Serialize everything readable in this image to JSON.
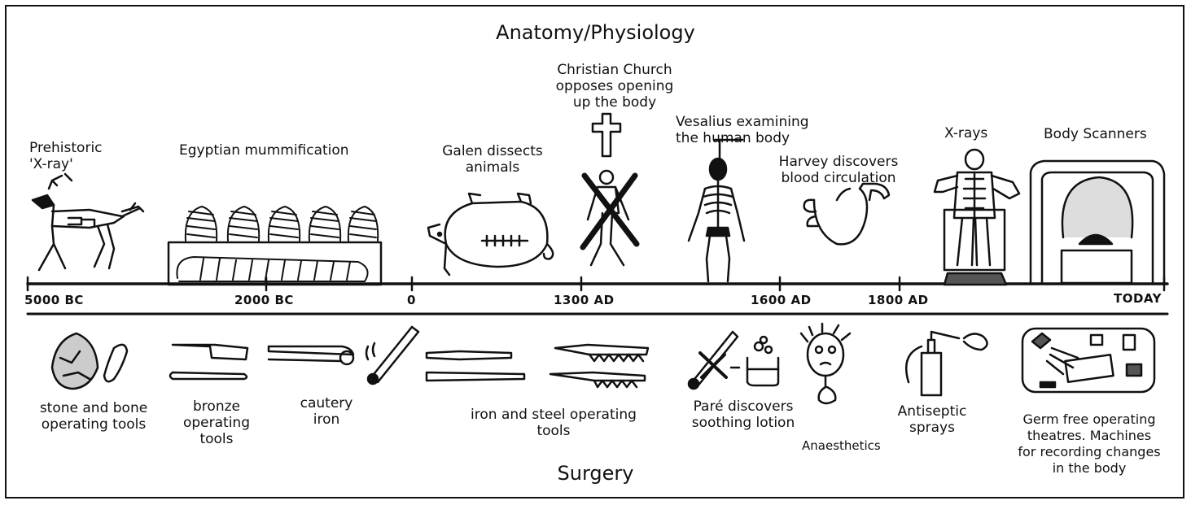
{
  "top_title": "Anatomy/Physiology",
  "bottom_title": "Surgery",
  "timeline": {
    "years": [
      "5000 BC",
      "2000 BC",
      "0",
      "1300 AD",
      "1600 AD",
      "1800 AD",
      "TODAY"
    ]
  },
  "anatomy": {
    "prehistoric": "Prehistoric\n'X-ray'",
    "egyptian": "Egyptian mummification",
    "galen": "Galen dissects\nanimals",
    "church": "Christian Church\nopposes opening\nup the body",
    "vesalius": "Vesalius examining\nthe human body",
    "harvey": "Harvey discovers\nblood circulation",
    "xrays": "X-rays",
    "scanners": "Body Scanners"
  },
  "surgery": {
    "stone": "stone and bone\noperating tools",
    "bronze": "bronze\noperating\ntools",
    "cautery": "cautery\niron",
    "iron_steel": "iron and steel operating\ntools",
    "pare": "Paré discovers\nsoothing lotion",
    "anaesthetics": "Anaesthetics",
    "antiseptic": "Antiseptic\nsprays",
    "germ_free": "Germ free operating\ntheatres. Machines\nfor recording changes\nin the body"
  },
  "colors": {
    "ink": "#111111",
    "paper": "#ffffff",
    "shade": "#555555"
  }
}
